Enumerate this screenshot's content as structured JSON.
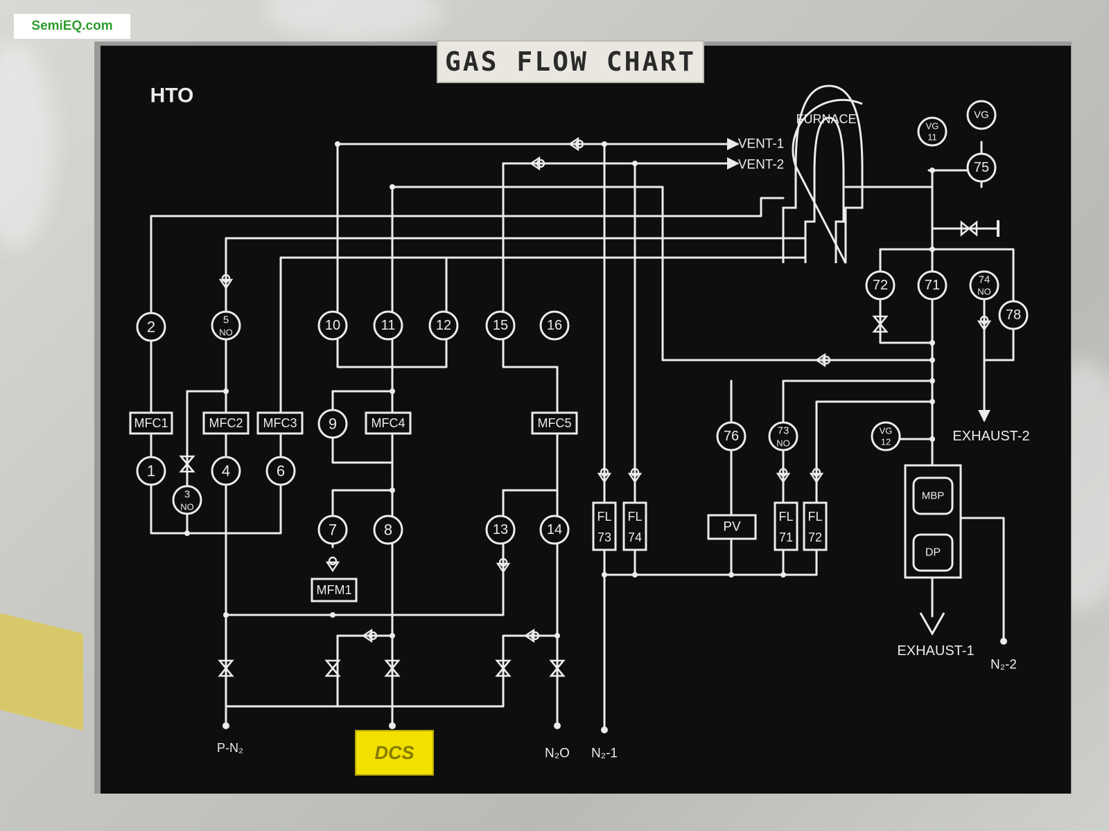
{
  "watermark": "SemiEQ.com",
  "title": "GAS FLOW CHART",
  "system_name": "HTO",
  "dcs_label": "DCS",
  "colors": {
    "panel": "#0e0e0e",
    "line": "#ececec",
    "brand": "#2e9c2e",
    "dcs": "#f2e000"
  },
  "labels": {
    "furnace": "FURNACE",
    "vent1": "VENT-1",
    "vent2": "VENT-2",
    "exhaust1": "EXHAUST-1",
    "exhaust2": "EXHAUST-2",
    "pn2": "P-N₂",
    "n2o": "N₂O",
    "n2_1": "N₂-1",
    "n2_2": "N₂-2"
  },
  "valves": {
    "v1": "1",
    "v2": "2",
    "v3": "3",
    "v3sub": "NO",
    "v4": "4",
    "v5": "5",
    "v5sub": "NO",
    "v6": "6",
    "v7": "7",
    "v8": "8",
    "v9": "9",
    "v10": "10",
    "v11": "11",
    "v12": "12",
    "v13": "13",
    "v14": "14",
    "v15": "15",
    "v16": "16",
    "v71": "71",
    "v72": "72",
    "v73": "73",
    "v73sub": "NO",
    "v74": "74",
    "v74sub": "NO",
    "v75": "75",
    "v76": "76",
    "v78": "78"
  },
  "gauges": {
    "vg": "VG",
    "vg11a": "VG",
    "vg11b": "11",
    "vg12a": "VG",
    "vg12b": "12"
  },
  "boxes": {
    "mfc1": "MFC1",
    "mfc2": "MFC2",
    "mfc3": "MFC3",
    "mfc4": "MFC4",
    "mfc5": "MFC5",
    "mfm1": "MFM1",
    "pv": "PV",
    "mbp": "MBP",
    "dp": "DP"
  },
  "filters": {
    "fl73a": "FL",
    "fl73b": "73",
    "fl74a": "FL",
    "fl74b": "74",
    "fl71a": "FL",
    "fl71b": "71",
    "fl72a": "FL",
    "fl72b": "72"
  }
}
